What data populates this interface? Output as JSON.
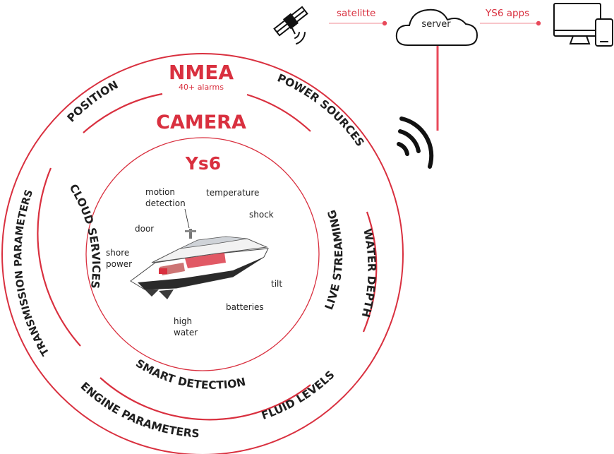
{
  "colors": {
    "accent": "#d9303f",
    "ink": "#1f1f1f",
    "arrow": "#e8495a"
  },
  "core": {
    "title": "Ys6"
  },
  "rings": {
    "nmea": {
      "title": "NMEA",
      "subtitle": "40+ alarms"
    },
    "camera": {
      "title": "CAMERA"
    }
  },
  "outer_labels": {
    "position": "POSITION",
    "power_sources": "POWER SOURCES",
    "water_depth": "WATER DEPTH",
    "fluid_levels": "FLUID LEVELS",
    "engine_parameters": "ENGINE PARAMETERS",
    "transmission_parameters": "TRANSMISSION PARAMETERS"
  },
  "middle_labels": {
    "cloud_services": "CLOUD SERVICES",
    "live_streaming": "LIVE STREAMING",
    "smart_detection": "SMART DETECTION"
  },
  "sensors": {
    "motion_1": "motion",
    "motion_2": "detection",
    "temperature": "temperature",
    "shock": "shock",
    "door": "door",
    "shore_1": "shore",
    "shore_2": "power",
    "tilt": "tilt",
    "batteries": "batteries",
    "water_1": "high",
    "water_2": "water"
  },
  "network": {
    "satellite_label": "satelitte",
    "server_label": "server",
    "apps_label": "YS6 apps"
  },
  "icons": [
    "satellite-icon",
    "cloud-icon",
    "devices-icon",
    "wireless-signal-icon",
    "yacht-illustration"
  ]
}
